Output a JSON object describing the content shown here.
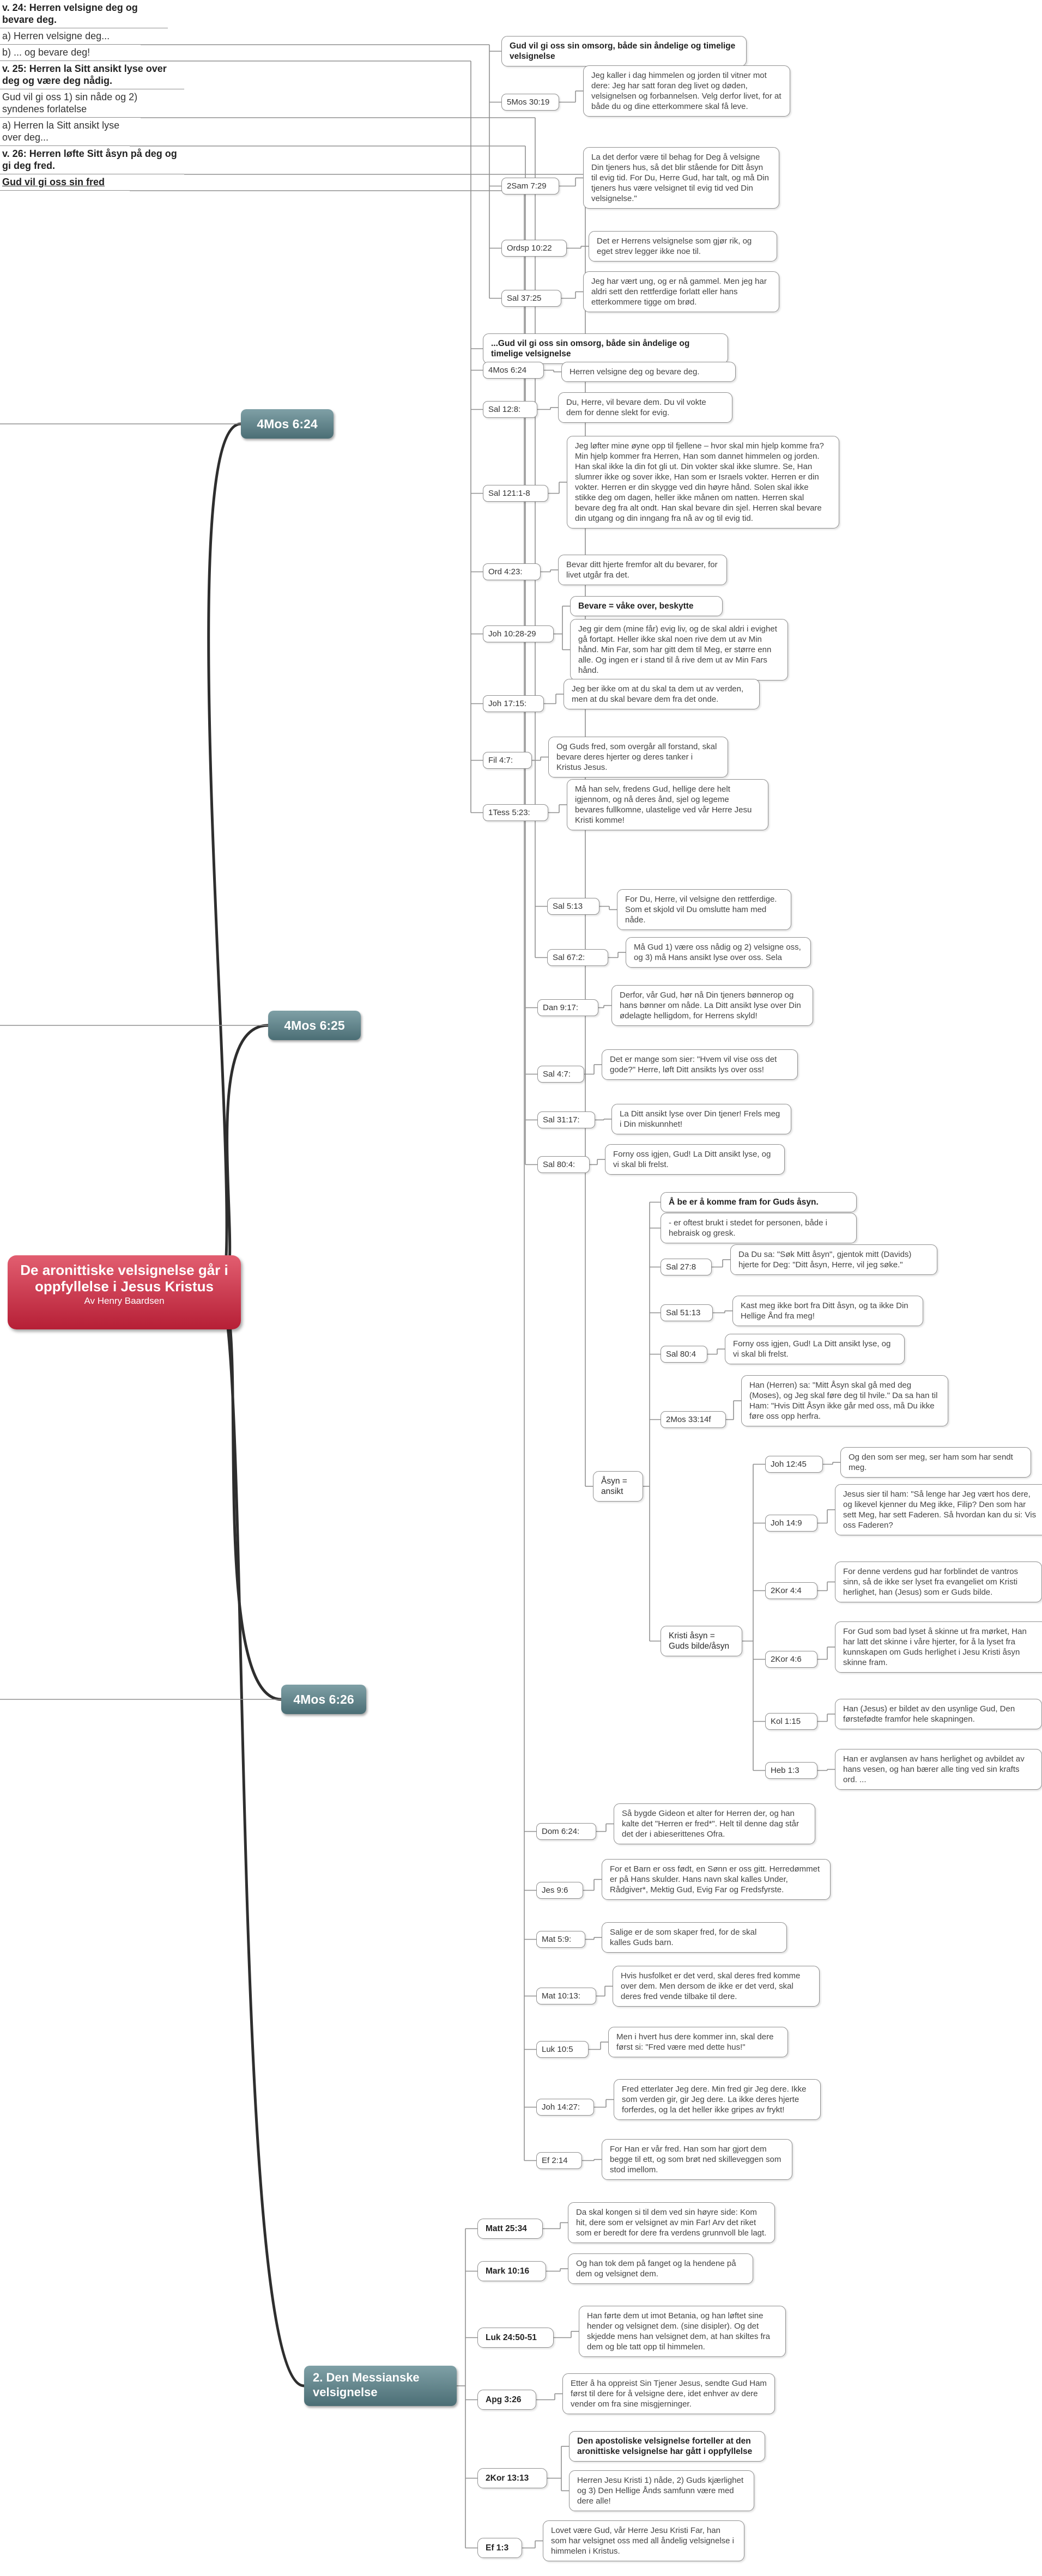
{
  "central": {
    "title": "De aronittiske velsignelse går i oppfyllelse i Jesus Kristus",
    "author": "Av Henry Baardsen"
  },
  "topics": {
    "t1": "4Mos 6:24",
    "t2": "4Mos 6:25",
    "t3": "4Mos 6:26",
    "t4": "2. Den Messianske velsignelse"
  },
  "nodes": {
    "v24": "v. 24: Herren velsigne deg og bevare deg.",
    "a1": "a) Herren velsigne deg...",
    "b1": "b) ... og bevare deg!",
    "gud1": "Gud vil gi oss sin omsorg, både sin åndelige og timelige velsignelse",
    "r1_1": "5Mos 30:19",
    "t1_1": "Jeg kaller i dag himmelen og jorden til vitner mot dere: Jeg har satt foran deg livet og døden, velsignelsen og forbannelsen. Velg derfor livet, for at både du og dine etterkommere skal få leve.",
    "r1_2": "2Sam 7:29",
    "t1_2": "La det derfor være til behag for Deg å velsigne Din tjeners hus, så det blir stående for Ditt åsyn til evig tid. For Du, Herre Gud, har talt, og må Din tjeners hus være velsignet til evig tid ved Din velsignelse.\"",
    "r1_3": "Ordsp 10:22",
    "t1_3": "Det er Herrens velsignelse som gjør rik, og eget strev legger ikke noe til.",
    "r1_4": "Sal 37:25",
    "t1_4": "Jeg har vært ung, og er nå gammel. Men jeg har aldri sett den rettferdige forlatt eller hans etterkommere tigge om brød.",
    "gud2": "...Gud vil gi oss sin omsorg, både sin åndelige og timelige velsignelse",
    "r2_1": "4Mos 6:24",
    "t2_1": "Herren velsigne deg og bevare deg.",
    "r2_2": "Sal 12:8:",
    "t2_2": "Du, Herre, vil bevare dem. Du vil vokte dem for denne slekt for evig.",
    "r2_3": "Sal 121:1-8",
    "t2_3": "Jeg løfter mine øyne opp til fjellene – hvor skal min hjelp komme fra? Min hjelp kommer fra Herren, Han som dannet himmelen og jorden. Han skal ikke la din fot gli ut. Din vokter skal ikke slumre. Se, Han slumrer ikke og sover ikke, Han som er Israels vokter. Herren er din vokter. Herren er din skygge ved din høyre hånd. Solen skal ikke stikke deg om dagen, heller ikke månen om natten. Herren skal bevare deg fra alt ondt. Han skal bevare din sjel. Herren skal bevare din utgang og din inngang fra nå av og til evig tid.",
    "r2_4": "Ord 4:23:",
    "t2_4": "Bevar ditt hjerte fremfor alt du bevarer, for livet utgår fra det.",
    "r2_5": "Joh 10:28-29",
    "t2_5a": "Bevare = våke over, beskytte",
    "t2_5b": "Jeg gir dem (mine får) evig liv, og de skal aldri i evighet gå fortapt. Heller ikke skal noen rive dem ut av Min hånd. Min Far, som har gitt dem til Meg, er større enn alle. Og ingen er i stand til å rive dem ut av Min Fars hånd.",
    "r2_6": "Joh 17:15:",
    "t2_6": "Jeg ber ikke om at du skal ta dem ut av verden, men at du skal bevare dem fra det onde.",
    "r2_7": "Fil 4:7:",
    "t2_7": "Og Guds fred, som overgår all forstand, skal bevare deres hjerter og deres tanker i Kristus Jesus.",
    "r2_8": "1Tess 5:23:",
    "t2_8": "Må han selv, fredens Gud, hellige dere helt igjennom, og nå deres ånd, sjel og legeme bevares fullkomne, ulastelige ved vår Herre Jesu Kristi komme!",
    "v25": "v. 25: Herren la Sitt ansikt lyse over deg og være deg nådig.",
    "gud3": "Gud vil gi oss 1) sin nåde og 2) syndenes forlatelse",
    "r3_1": "Sal 5:13",
    "t3_1": "For Du, Herre, vil velsigne den rettferdige. Som et skjold vil Du omslutte ham med nåde.",
    "r3_2": "Sal 67:2:",
    "t3_2": "Må Gud 1) være oss nådig og 2) velsigne oss, og 3) må Hans ansikt lyse over oss. Sela",
    "a3": "a) Herren la Sitt ansikt lyse over deg...",
    "r4_1": "Dan 9:17:",
    "t4_1": "Derfor, vår Gud, hør nå Din tjeners bønnerop og hans bønner om nåde. La Ditt ansikt lyse over Din ødelagte helligdom, for Herrens skyld!",
    "r4_2": "Sal 4:7:",
    "t4_2": "Det er mange som sier: \"Hvem vil vise oss det gode?\" Herre, løft Ditt ansikts lys over oss!",
    "r4_3": "Sal 31:17:",
    "t4_3": "La Ditt ansikt lyse over Din tjener! Frels meg i Din miskunnhet!",
    "r4_4": "Sal 80:4:",
    "t4_4": "Forny oss igjen, Gud! La Ditt ansikt lyse, og vi skal bli frelst.",
    "v26": "v. 26: Herren løfte Sitt åsyn på deg og gi deg fred.",
    "asyn": "Åsyn = ansikt",
    "s1": "Å be er å komme fram for Guds åsyn.",
    "s2": "- er oftest brukt i stedet for personen, både i hebraisk og gresk.",
    "r5_1": "Sal 27:8",
    "t5_1": "Da Du sa: \"Søk Mitt åsyn\", gjentok mitt (Davids) hjerte for Deg: \"Ditt åsyn, Herre, vil jeg søke.\"",
    "r5_2": "Sal 51:13",
    "t5_2": "Kast meg ikke bort fra Ditt åsyn, og ta ikke Din Hellige Ånd fra meg!",
    "r5_3": "Sal 80:4",
    "t5_3": "Forny oss igjen, Gud! La Ditt ansikt lyse, og vi skal bli frelst.",
    "r5_4": "2Mos 33:14f",
    "t5_4": "Han (Herren) sa: \"Mitt Åsyn skal gå med deg (Moses), og Jeg skal føre deg til hvile.\" Da sa han til Ham: \"Hvis Ditt Åsyn ikke går med oss, må Du ikke føre oss opp herfra.",
    "kristi": "Kristi åsyn = Guds bilde/åsyn",
    "r6_1": "Joh 12:45",
    "t6_1": "Og den som ser meg, ser ham som har sendt meg.",
    "r6_2": "Joh 14:9",
    "t6_2": "Jesus sier til ham: \"Så lenge har Jeg vært hos dere, og likevel kjenner du Meg ikke, Filip? Den som har sett Meg, har sett Faderen. Så hvordan kan du si: Vis oss Faderen?",
    "r6_3": "2Kor 4:4",
    "t6_3": "For denne verdens gud har forblindet de vantros sinn, så de ikke ser lyset fra evangeliet om Kristi herlighet, han (Jesus) som er Guds bilde.",
    "r6_4": "2Kor 4:6",
    "t6_4": "For Gud som bad lyset å skinne ut fra mørket, Han har latt det skinne i våre hjerter, for å la lyset fra kunnskapen om Guds herlighet i Jesu Kristi åsyn skinne fram.",
    "r6_5": "Kol 1:15",
    "t6_5": "Han (Jesus) er bildet av den usynlige Gud, Den førstefødte framfor hele skapningen.",
    "r6_6": "Heb 1:3",
    "t6_6": "Han er avglansen av hans herlighet og avbildet av hans vesen, og han bærer alle ting ved sin krafts ord. ...",
    "fred": "Gud vil gi oss sin fred",
    "r7_1": "Dom 6:24:",
    "t7_1": "Så bygde Gideon et alter for Herren der, og han kalte det \"Herren er fred*\". Helt til denne dag står det der i abieserittenes Ofra.",
    "r7_2": "Jes 9:6",
    "t7_2": "For et Barn er oss født, en Sønn er oss gitt. Herredømmet er på Hans skulder. Hans navn skal kalles Under, Rådgiver*, Mektig Gud, Evig Far og Fredsfyrste.",
    "r7_3": "Mat 5:9:",
    "t7_3": "Salige er de som skaper fred, for de skal kalles Guds barn.",
    "r7_4": "Mat 10:13:",
    "t7_4": "Hvis husfolket er det verd, skal deres fred komme over dem. Men dersom de ikke er det verd, skal deres fred vende tilbake til dere.",
    "r7_5": "Luk 10:5",
    "t7_5": "Men i hvert hus dere kommer inn, skal dere først si: \"Fred være med dette hus!\"",
    "r7_6": "Joh 14:27:",
    "t7_6": "Fred etterlater Jeg dere. Min fred gir Jeg dere. Ikke som verden gir, gir Jeg dere. La ikke deres hjerte forferdes, og la det heller ikke gripes av frykt!",
    "r7_7": "Ef 2:14",
    "t7_7": "For Han er vår fred. Han som har gjort dem begge til ett, og som brøt ned skilleveggen som stod imellom.",
    "r8_1": "Matt 25:34",
    "t8_1": "Da skal kongen si til dem ved sin høyre side: Kom hit, dere som er velsignet av min Far! Arv det riket som er beredt for dere fra verdens grunnvoll ble lagt.",
    "r8_2": "Mark 10:16",
    "t8_2": "Og han tok dem på fanget og la hendene på dem og velsignet dem.",
    "r8_3": "Luk 24:50-51",
    "t8_3": "Han førte dem ut imot Betania, og han løftet sine hender og velsignet dem. (sine disipler). Og det skjedde mens han velsignet dem, at han skiltes fra dem og ble tatt opp til himmelen.",
    "r8_4": "Apg 3:26",
    "t8_4": "Etter å ha oppreist Sin Tjener Jesus, sendte Gud Ham først til dere for å velsigne dere, idet enhver av dere vender om fra sine misgjerninger.",
    "r8_5": "2Kor 13:13",
    "t8_5a": "Den apostoliske velsignelse forteller at den aronittiske velsignelse har gått i oppfyllelse",
    "t8_5b": "Herren Jesu Kristi 1) nåde, 2) Guds kjærlighet og 3) Den Hellige Ånds samfunn være med dere alle!",
    "r8_6": "Ef 1:3",
    "t8_6": "Lovet være Gud, vår Herre Jesu Kristi Far, han som har velsignet oss med all åndelig velsignelse i himmelen i Kristus."
  },
  "colors": {
    "central": "#c8334a",
    "topic": "#5f8289",
    "branch": "#2e2e2e",
    "line": "#8f8f8f"
  }
}
